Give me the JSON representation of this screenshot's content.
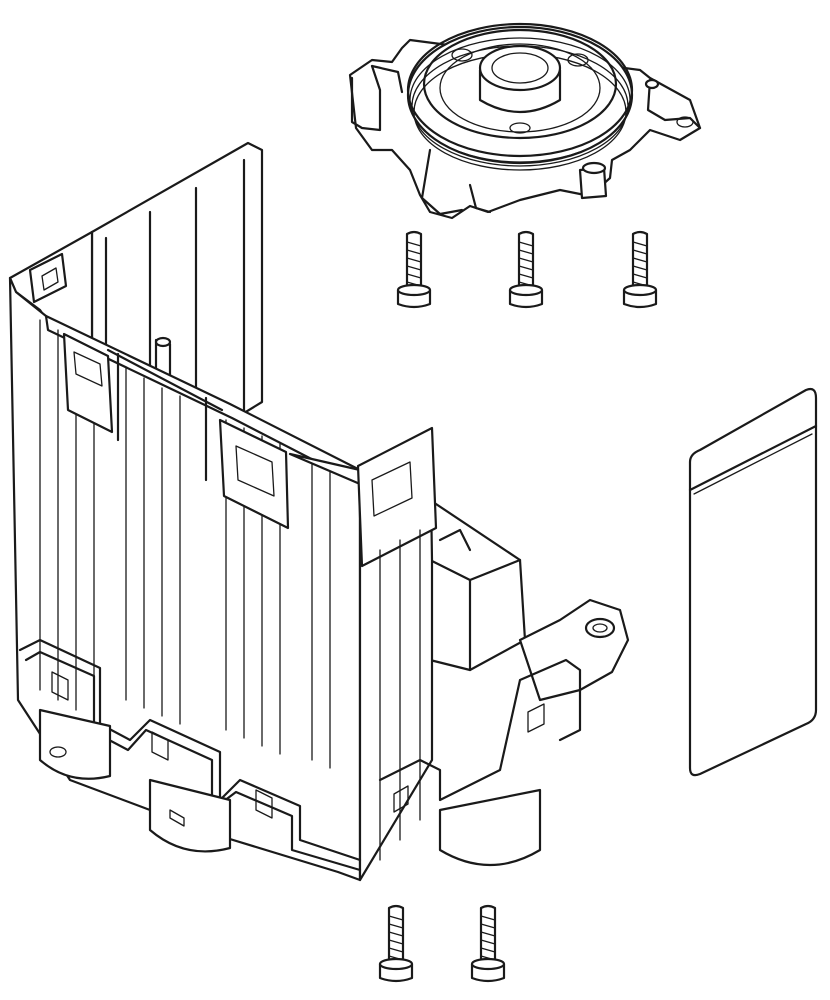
{
  "diagram": {
    "type": "exploded-view line drawing",
    "colors": {
      "background": "#ffffff",
      "line": "#1a1a1a"
    },
    "parts": [
      {
        "id": "cover-plate",
        "icon": "round-cover-plate-icon"
      },
      {
        "id": "upper-screws",
        "icon": "screw-icon",
        "count": 3
      },
      {
        "id": "housing",
        "icon": "housing-frame-icon"
      },
      {
        "id": "label-sticker",
        "icon": "label-icon"
      },
      {
        "id": "lower-screws",
        "icon": "screw-icon",
        "count": 2
      }
    ]
  }
}
